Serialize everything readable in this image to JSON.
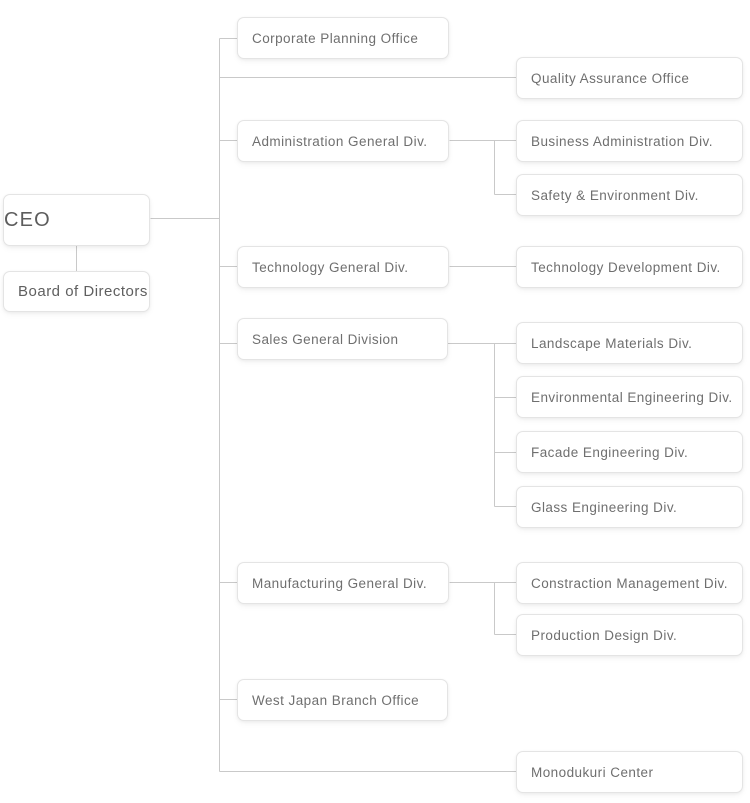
{
  "chart": {
    "type": "org-chart",
    "title": "Organizational Chart",
    "colors": {
      "background": "#ffffff",
      "box_border": "#e4e4e4",
      "box_fill": "#ffffff",
      "text": "#6f6f6f",
      "connector": "#c9c9c9"
    }
  },
  "nodes": {
    "ceo": {
      "label": "CEO"
    },
    "board": {
      "label": "Board of Directors"
    },
    "corporate_planning": {
      "label": "Corporate Planning Office"
    },
    "quality_assurance": {
      "label": "Quality Assurance Office"
    },
    "administration": {
      "label": "Administration General Div."
    },
    "business_administration": {
      "label": "Business Administration Div."
    },
    "safety_environment": {
      "label": "Safety & Environment Div."
    },
    "technology": {
      "label": "Technology General Div."
    },
    "technology_development": {
      "label": "Technology Development Div."
    },
    "sales": {
      "label": "Sales General Division"
    },
    "landscape_materials": {
      "label": "Landscape Materials Div."
    },
    "environmental_engineering": {
      "label": "Environmental Engineering Div."
    },
    "facade_engineering": {
      "label": "Facade Engineering Div."
    },
    "glass_engineering": {
      "label": "Glass Engineering Div."
    },
    "manufacturing": {
      "label": "Manufacturing General Div."
    },
    "constraction_management": {
      "label": "Constraction Management Div."
    },
    "production_design": {
      "label": "Production Design Div."
    },
    "west_japan_branch": {
      "label": "West Japan Branch Office"
    },
    "monodukuri_center": {
      "label": "Monodukuri Center"
    }
  }
}
